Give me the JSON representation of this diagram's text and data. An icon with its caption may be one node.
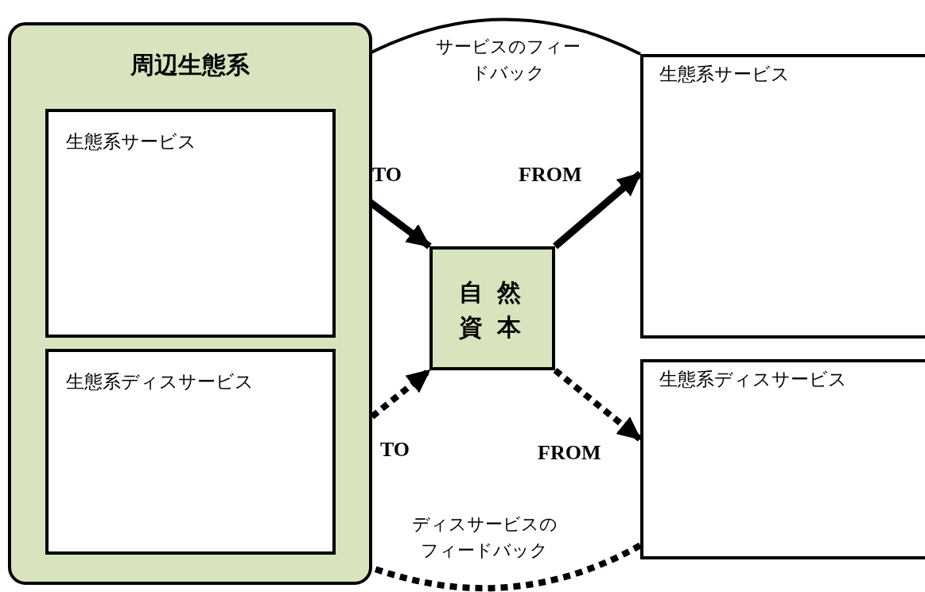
{
  "diagram": {
    "nodes": [
      {
        "text": [
          "周辺生態系"
        ]
      },
      {
        "text": [
          "生態系サービス"
        ],
        "in": 0
      },
      {
        "text": [
          "生態系ディスサービス"
        ],
        "in": 0
      },
      {
        "text": [
          "自然資本"
        ]
      },
      {
        "text": [
          "生態系サービス"
        ]
      },
      {
        "text": [
          "生態系ディスサービス"
        ]
      }
    ],
    "edges": [
      {
        "from": 1,
        "to": 3,
        "arrow": "to",
        "label": "TO"
      },
      {
        "from": 3,
        "to": 4,
        "arrow": "to",
        "label": "FROM"
      },
      {
        "from": 2,
        "to": 3,
        "arrow": "to",
        "label": "TO",
        "style": "dashed"
      },
      {
        "from": 3,
        "to": 5,
        "arrow": "to",
        "label": "FROM",
        "style": "dashed"
      },
      {
        "from": 4,
        "to": 1,
        "arrow": "to",
        "label": "サービスのフィードバック"
      },
      {
        "from": 5,
        "to": 2,
        "arrow": "to",
        "label": "ディスサービスのフィードバック",
        "style": "dashed"
      }
    ]
  }
}
